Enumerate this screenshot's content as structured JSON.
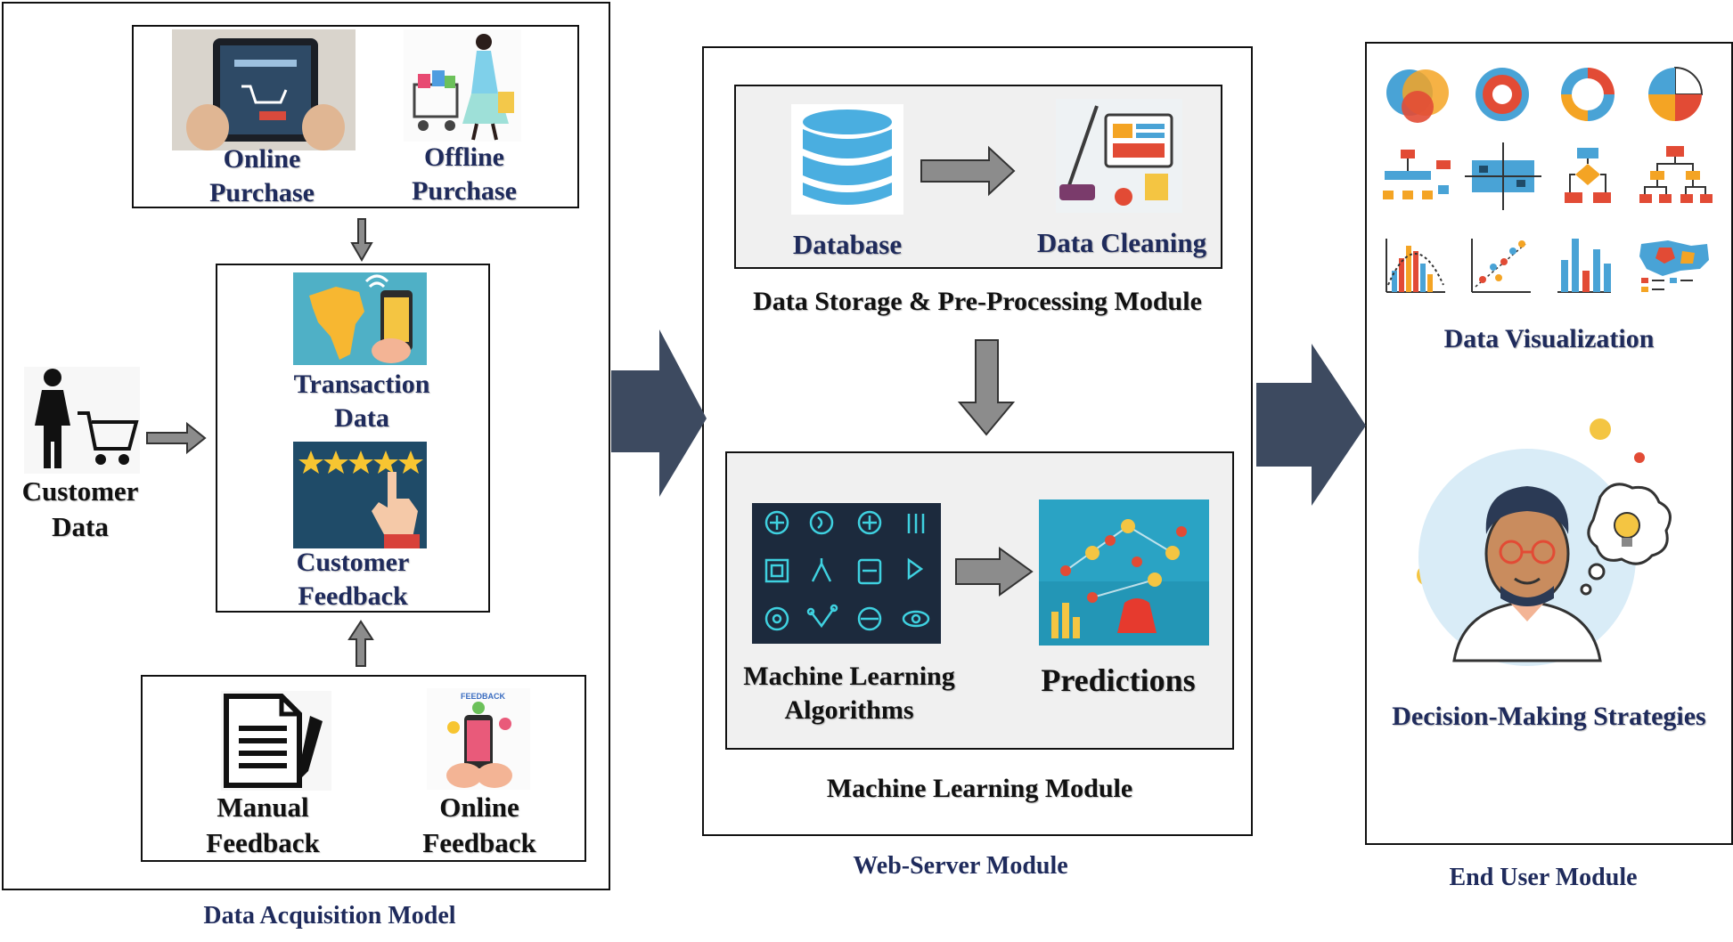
{
  "acquisition": {
    "caption": "Data Acquisition Model",
    "online_purchase": "Online\nPurchase",
    "offline_purchase": "Offline\nPurchase",
    "customer_data": "Customer\nData",
    "transaction_data": "Transaction\nData",
    "customer_feedback": "Customer\nFeedback",
    "manual_feedback": "Manual\nFeedback",
    "online_feedback": "Online\nFeedback",
    "feedback_tag": "FEEDBACK"
  },
  "webserver": {
    "caption": "Web-Server Module",
    "database": "Database",
    "data_cleaning": "Data Cleaning",
    "storage_module": "Data Storage & Pre-Processing Module",
    "ml_algorithms": "Machine Learning\nAlgorithms",
    "predictions": "Predictions",
    "ml_module": "Machine Learning Module"
  },
  "enduser": {
    "caption": "End User Module",
    "data_visualization": "Data Visualization",
    "decision_making": "Decision-Making Strategies"
  },
  "colors": {
    "navy_text": "#1f2b5c",
    "big_arrow": "#3d4a60",
    "small_arrow": "#8c8c8c",
    "accent_blue": "#49a3d6",
    "accent_red": "#e24b35",
    "accent_orange": "#f4a424"
  }
}
